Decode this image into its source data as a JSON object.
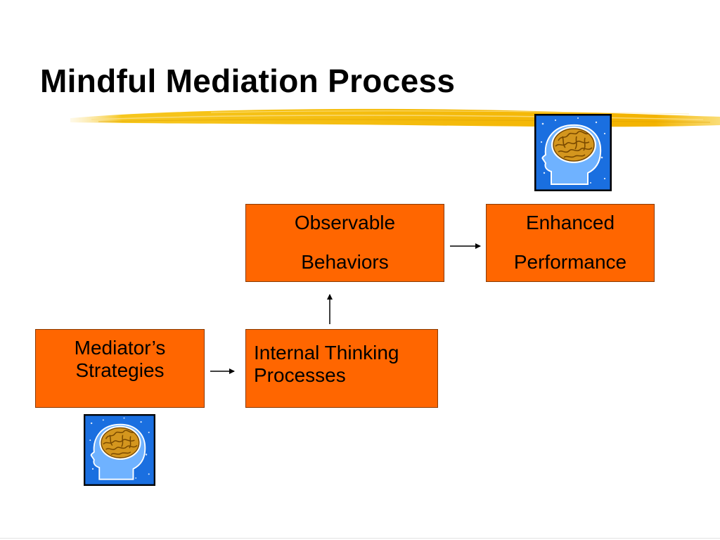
{
  "slide": {
    "title": "Mindful Mediation Process"
  },
  "boxes": {
    "mediator": {
      "line1": "Mediator’s",
      "line2": "Strategies"
    },
    "internal": {
      "line1": "Internal Thinking",
      "line2": "Processes"
    },
    "observable": {
      "line1": "Observable",
      "line2": "Behaviors"
    },
    "enhanced": {
      "line1": "Enhanced",
      "line2": "Performance"
    }
  },
  "icons": {
    "clipart": "head-with-brain-icon"
  },
  "colors": {
    "box_fill": "#ff6600",
    "underline": "#f5b800",
    "clipart_bg": "#1a6fe0",
    "brain": "#d4961e"
  }
}
